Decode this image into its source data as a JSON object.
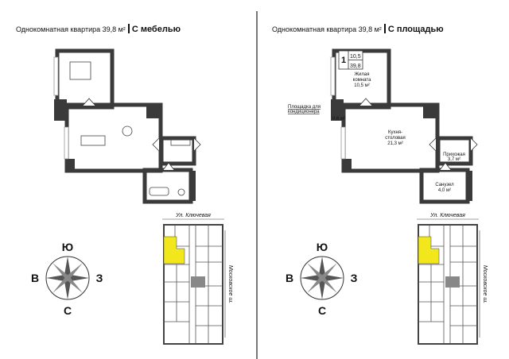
{
  "left_panel": {
    "title": "Однокомнатная квартира 39,8 м²",
    "variant": "С мебелью"
  },
  "right_panel": {
    "title": "Однокомнатная квартира 39,8 м²",
    "variant": "С площадью",
    "badge": {
      "rooms": "1",
      "living_area": "10,5",
      "total_area": "39,8"
    },
    "rooms": [
      {
        "name_1": "Жилая",
        "name_2": "комната",
        "area": "10,5 м²"
      },
      {
        "name_1": "Кухня-",
        "name_2": "столовая",
        "area": "21,3 м²"
      },
      {
        "name_1": "Прихожая",
        "area": "3,7 м²"
      },
      {
        "name_1": "Санузел",
        "area": "4,0 м²"
      }
    ],
    "ac_platform": {
      "label_1": "Площадка для",
      "label_2": "кондиционера",
      "area": "0,6 м²"
    }
  },
  "compass": {
    "top": "Ю",
    "left": "В",
    "right": "З",
    "bottom": "С"
  },
  "site_plan": {
    "street_top": "Ул. Ключевая",
    "street_right": "Московское ш.",
    "highlight_color": "#f2e61c"
  },
  "colors": {
    "wall": "#3a3a3a",
    "highlight": "#f2e61c"
  }
}
